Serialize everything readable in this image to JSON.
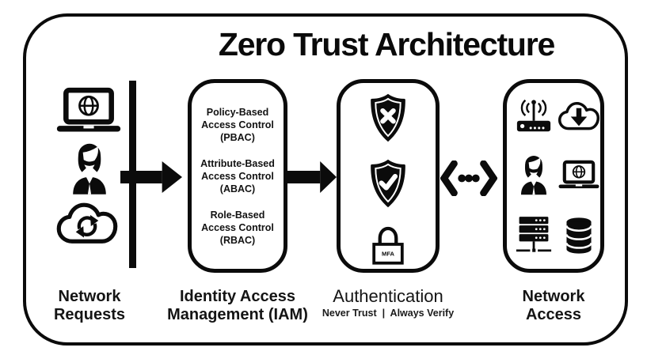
{
  "title": "Zero Trust Architecture",
  "requests": {
    "label_line1": "Network",
    "label_line2": "Requests"
  },
  "iam": {
    "label_line1": "Identity Access",
    "label_line2": "Management (IAM)",
    "items": [
      {
        "line1": "Policy-Based",
        "line2": "Access Control",
        "line3": "(PBAC)"
      },
      {
        "line1": "Attribute-Based",
        "line2": "Access Control",
        "line3": "(ABAC)"
      },
      {
        "line1": "Role-Based",
        "line2": "Access Control",
        "line3": "(RBAC)"
      }
    ]
  },
  "auth": {
    "label": "Authentication",
    "sublabel": "Never Trust  |  Always Verify",
    "mfa_text": "MFA"
  },
  "access": {
    "label_line1": "Network",
    "label_line2": "Access"
  },
  "icons": {
    "requests": [
      "laptop-globe-icon",
      "user-icon",
      "cloud-sync-icon"
    ],
    "auth": [
      "shield-x-icon",
      "shield-check-icon",
      "mfa-lock-icon"
    ],
    "access": [
      "wireless-router-icon",
      "cloud-download-icon",
      "user-icon",
      "laptop-globe-icon",
      "server-icon",
      "database-icon"
    ],
    "flow": [
      "arrow-right-icon",
      "arrow-right-icon",
      "bidirectional-dotted-arrow-icon"
    ]
  },
  "colors": {
    "ink": "#0b0b0b",
    "background": "#ffffff"
  }
}
